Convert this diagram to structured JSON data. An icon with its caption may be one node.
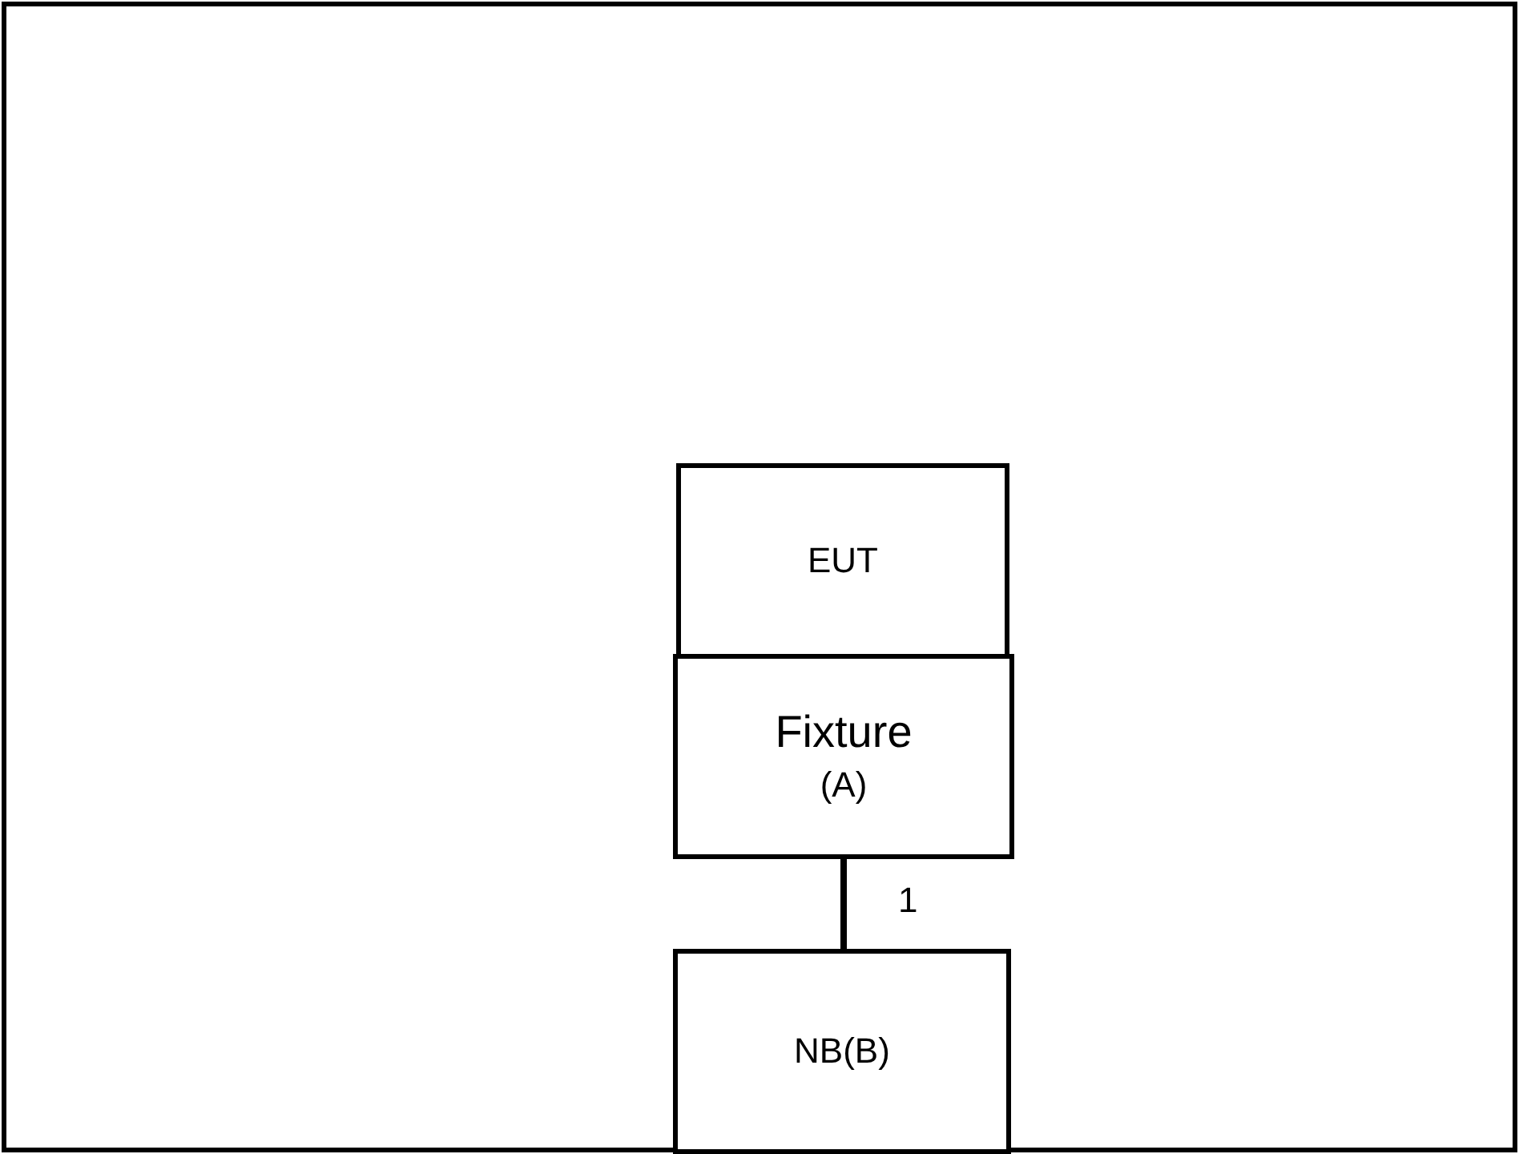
{
  "diagram": {
    "nodes": [
      {
        "text": [
          "EUT"
        ]
      },
      {
        "text": [
          "Fixture",
          "(A)"
        ]
      },
      {
        "text": [
          "NB(B)"
        ]
      }
    ],
    "edges": [
      {
        "from": 1,
        "to": 2,
        "arrow": "none",
        "label": "1"
      }
    ]
  }
}
